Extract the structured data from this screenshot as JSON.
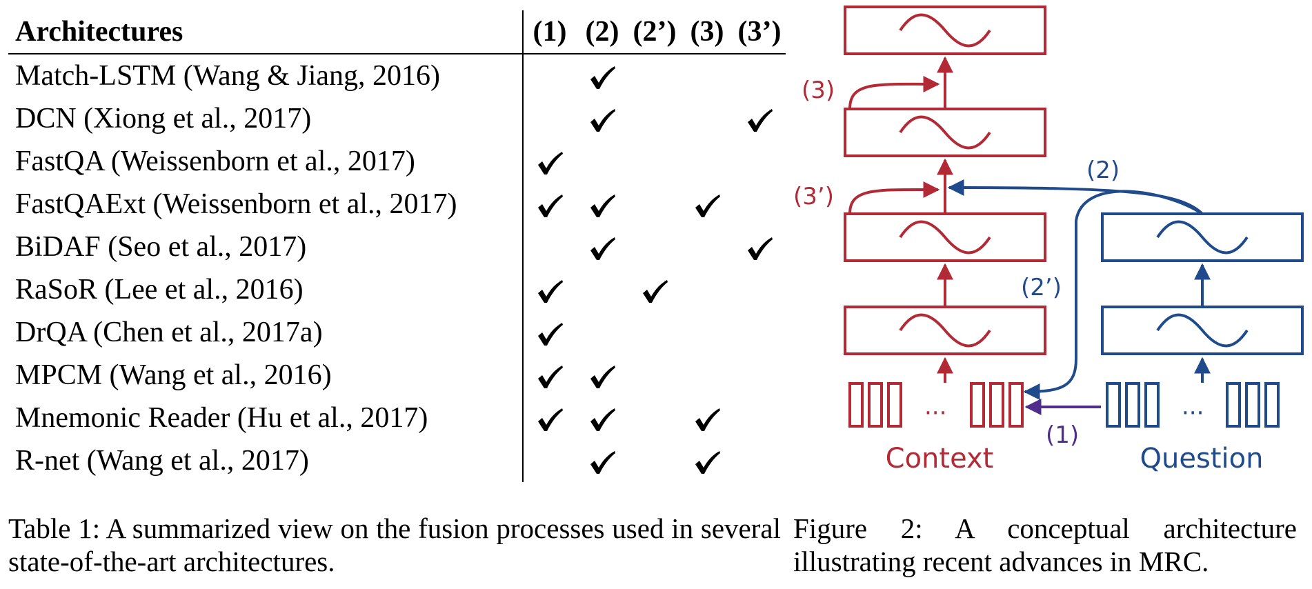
{
  "table": {
    "header": {
      "name": "Architectures",
      "columns": [
        "(1)",
        "(2)",
        "(2’)",
        "(3)",
        "(3’)"
      ]
    },
    "rows": [
      {
        "name": "Match-LSTM (Wang & Jiang, 2016)",
        "checks": [
          false,
          true,
          false,
          false,
          false
        ]
      },
      {
        "name": "DCN (Xiong et al., 2017)",
        "checks": [
          false,
          true,
          false,
          false,
          true
        ]
      },
      {
        "name": "FastQA (Weissenborn et al., 2017)",
        "checks": [
          true,
          false,
          false,
          false,
          false
        ]
      },
      {
        "name": "FastQAExt (Weissenborn et al., 2017)",
        "checks": [
          true,
          true,
          false,
          true,
          false
        ]
      },
      {
        "name": "BiDAF (Seo et al., 2017)",
        "checks": [
          false,
          true,
          false,
          false,
          true
        ]
      },
      {
        "name": "RaSoR (Lee et al., 2016)",
        "checks": [
          true,
          false,
          true,
          false,
          false
        ]
      },
      {
        "name": "DrQA (Chen et al., 2017a)",
        "checks": [
          true,
          false,
          false,
          false,
          false
        ]
      },
      {
        "name": "MPCM (Wang et al., 2016)",
        "checks": [
          true,
          true,
          false,
          false,
          false
        ]
      },
      {
        "name": "Mnemonic Reader (Hu et al., 2017)",
        "checks": [
          true,
          true,
          false,
          true,
          false
        ]
      },
      {
        "name": "R-net (Wang et al., 2017)",
        "checks": [
          false,
          true,
          false,
          true,
          false
        ]
      }
    ],
    "caption": "Table 1: A summarized view on the fusion processes used in several state-of-the-art architectures."
  },
  "figure": {
    "labels": {
      "arrow_3": "(3)",
      "arrow_3_prime": "(3’)",
      "arrow_2": "(2)",
      "arrow_2_prime": "(2’)",
      "arrow_1": "(1)",
      "ellipsis_context": "···",
      "ellipsis_question": "···",
      "context": "Context",
      "question": "Question"
    },
    "colors": {
      "context": "#b22a36",
      "question": "#1f4b8c",
      "fusion_1": "#4f2d8a"
    },
    "caption": "Figure 2: A conceptual architecture illustrating recent advances in MRC."
  }
}
